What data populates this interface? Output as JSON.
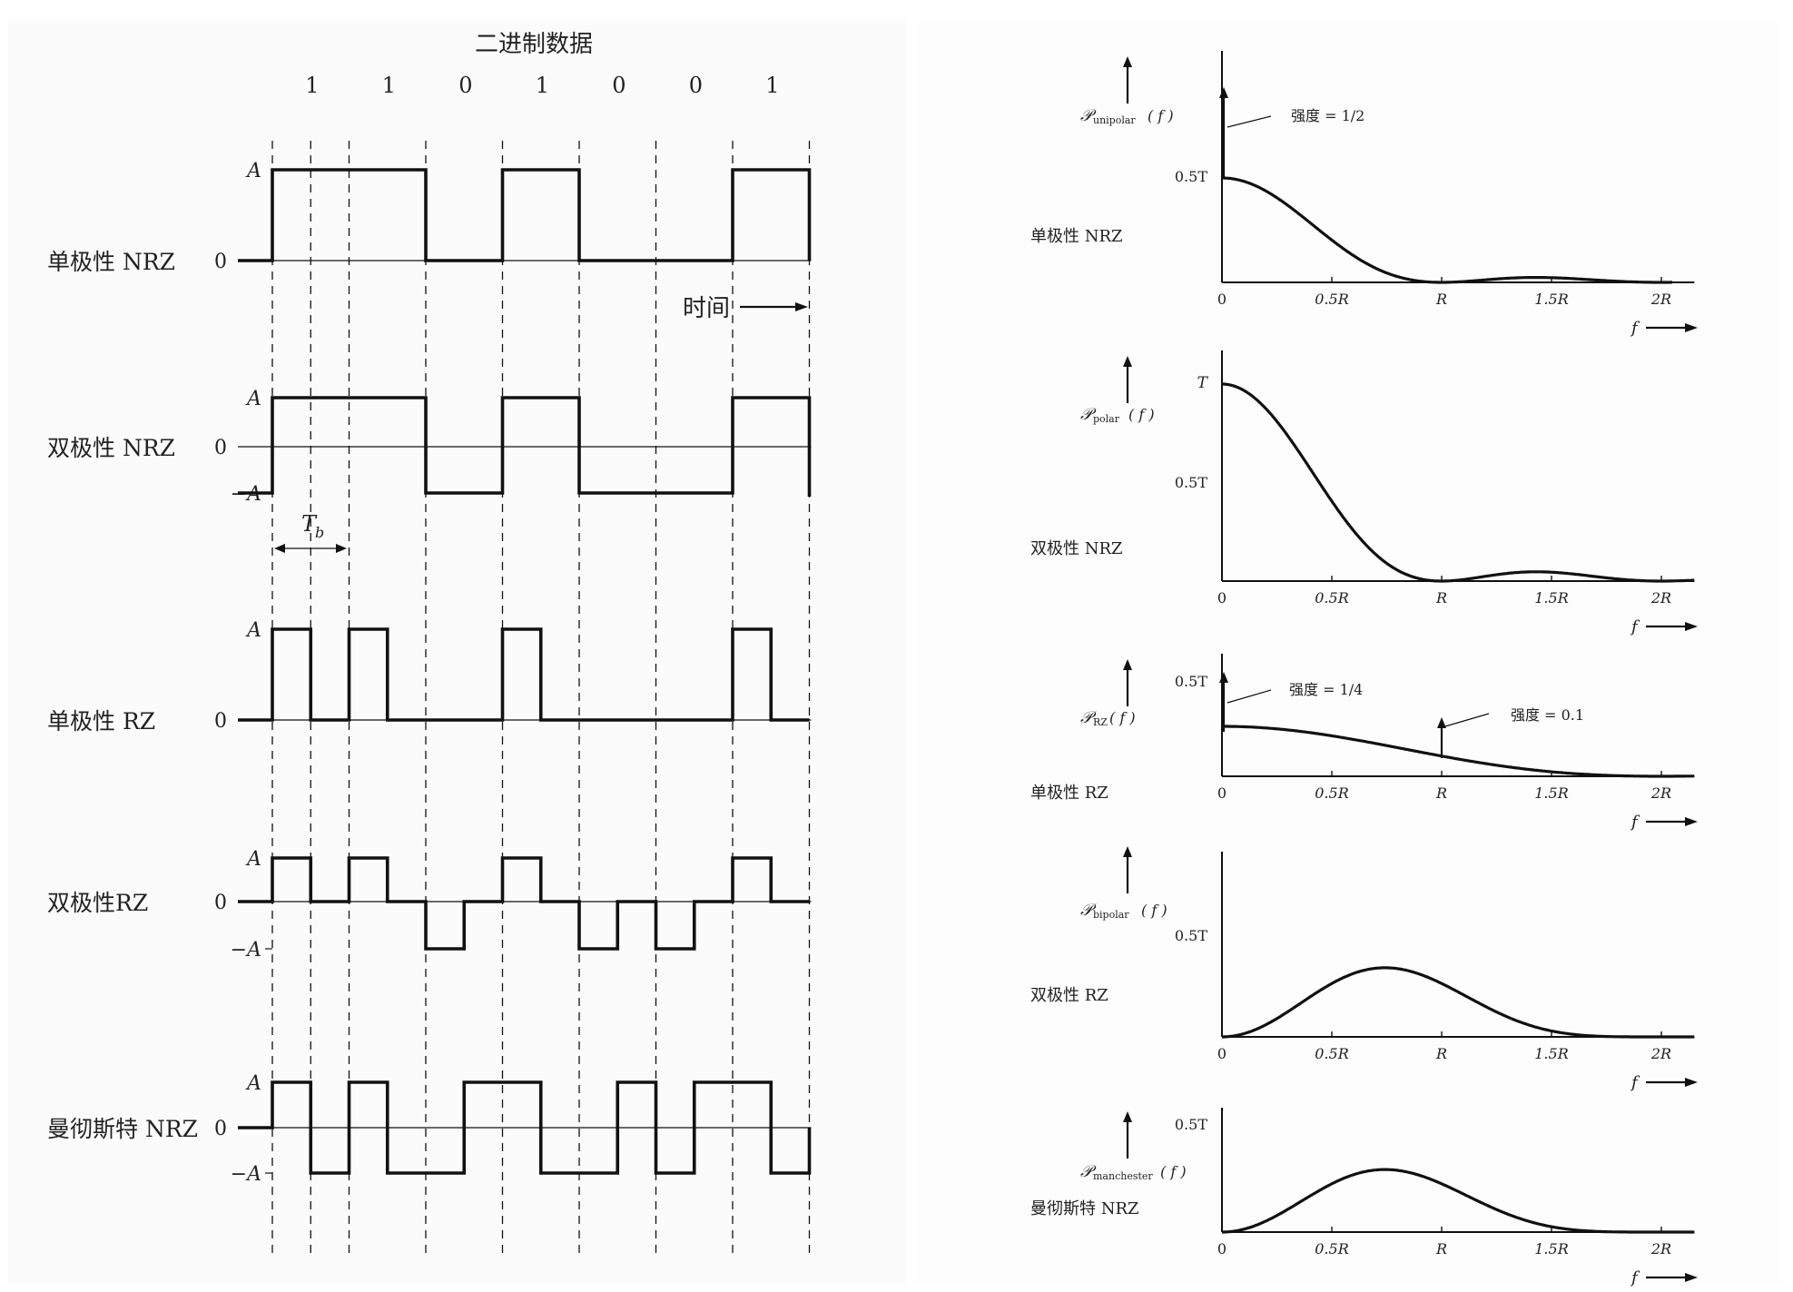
{
  "binary_data_title": "二进制数据",
  "bits": [
    "1",
    "1",
    "0",
    "1",
    "0",
    "0",
    "1"
  ],
  "time_label": "时间",
  "tb_label": "T",
  "tb_sub": "b",
  "level_labels": {
    "A": "A",
    "zero": "0",
    "negA": "−A"
  },
  "waveforms": [
    {
      "name": "单极性 NRZ",
      "type": "unipolar-nrz"
    },
    {
      "name": "双极性 NRZ",
      "type": "polar-nrz"
    },
    {
      "name": "单极性 RZ",
      "type": "unipolar-rz"
    },
    {
      "name": "双极性RZ",
      "type": "bipolar-rz"
    },
    {
      "name": "曼彻斯特 NRZ",
      "type": "manchester"
    }
  ],
  "psd_panels": [
    {
      "name": "单极性 NRZ",
      "ylabel_sub": "unipolar",
      "peak_label": "0.5T",
      "impulse_label": "强度 = 1/2"
    },
    {
      "name": "双极性 NRZ",
      "ylabel_sub": "polar",
      "peak_label": "T",
      "mid_label": "0.5T"
    },
    {
      "name": "单极性 RZ",
      "ylabel_sub": "RZ",
      "peak_label": "0.5T",
      "impulse_label": "强度 = 1/4",
      "impulse2_label": "强度 = 0.1"
    },
    {
      "name": "双极性 RZ",
      "ylabel_sub": "bipolar",
      "mid_label": "0.5T"
    },
    {
      "name": "曼彻斯特 NRZ",
      "ylabel_sub": "manchester",
      "peak_label": "0.5T"
    }
  ],
  "freq_ticks": [
    "0",
    "0.5R",
    "R",
    "1.5R",
    "2R"
  ],
  "f_label": "f"
}
